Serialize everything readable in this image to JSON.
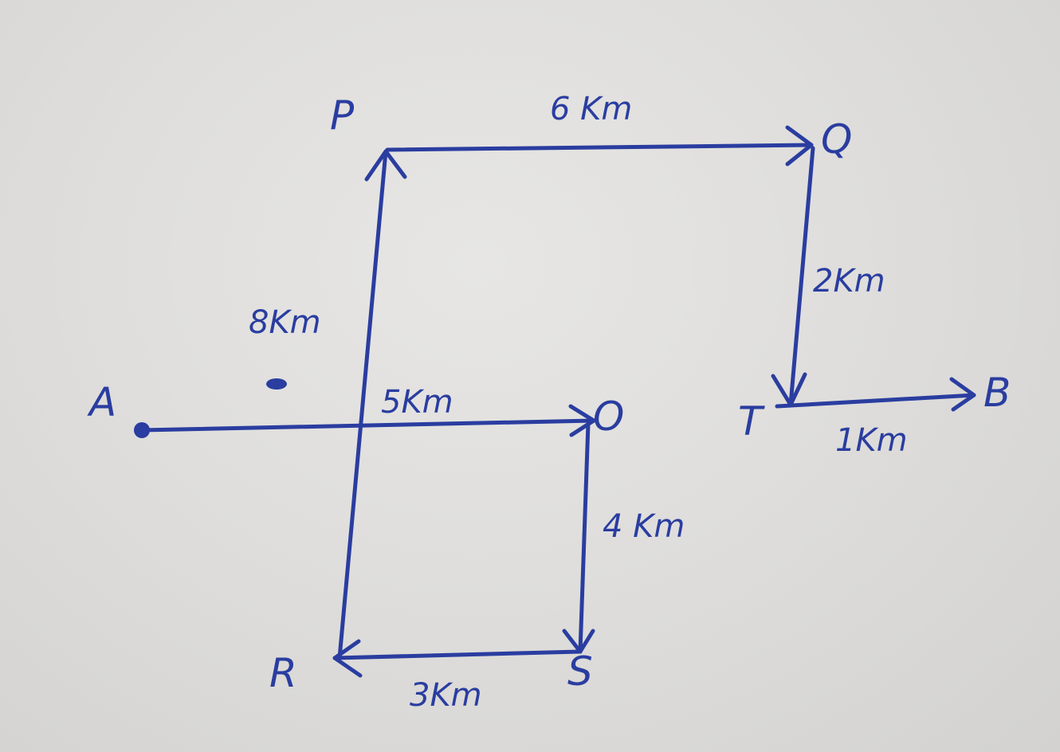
{
  "colors": {
    "ink": "#2a3da0",
    "paper": "#e2e1df"
  },
  "points": {
    "A": "A",
    "O": "O",
    "P": "P",
    "Q": "Q",
    "R": "R",
    "S": "S",
    "T": "T",
    "B": "B"
  },
  "distances": {
    "A_to_O": "5Km",
    "O_to_S": "4 Km",
    "S_to_R": "3Km",
    "R_to_P": "8Km",
    "P_to_Q": "6 Km",
    "Q_to_T": "2Km",
    "T_to_B": "1Km"
  }
}
